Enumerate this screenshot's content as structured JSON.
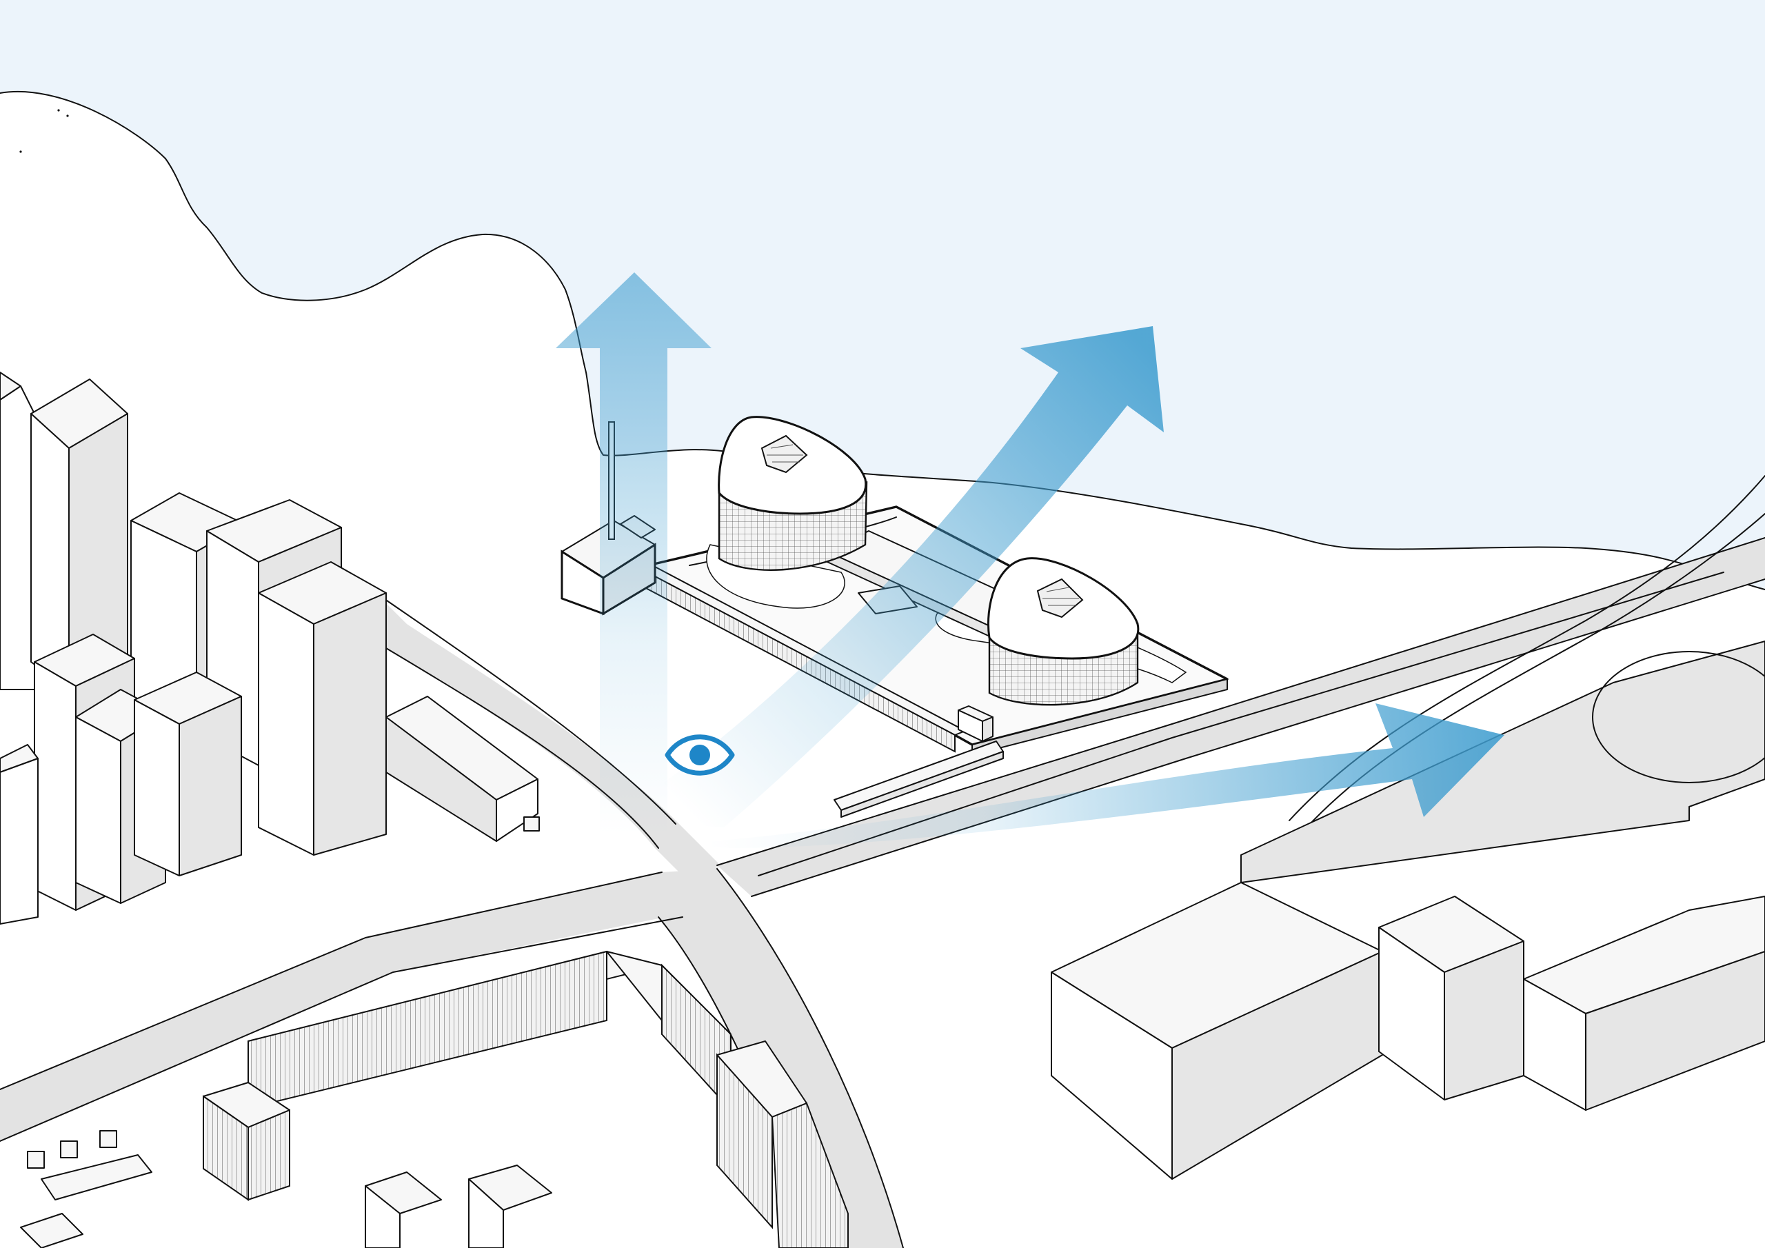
{
  "diagram": {
    "type": "axonometric-site-diagram",
    "colors": {
      "sea": "#ecf4fb",
      "land": "#ffffff",
      "road": "#e3e3e3",
      "building_top": "#f7f7f7",
      "building_side": "#e6e6e6",
      "arrow_blue": "#3f9dcf",
      "eye_icon": "#1e86c8",
      "line": "#111111"
    },
    "arrows": [
      {
        "id": "view-arrow-up",
        "direction": "up"
      },
      {
        "id": "view-arrow-northeast",
        "direction": "north-east"
      },
      {
        "id": "view-arrow-east",
        "direction": "east"
      }
    ],
    "icons": [
      {
        "id": "viewpoint",
        "icon": "eye-icon"
      }
    ]
  }
}
